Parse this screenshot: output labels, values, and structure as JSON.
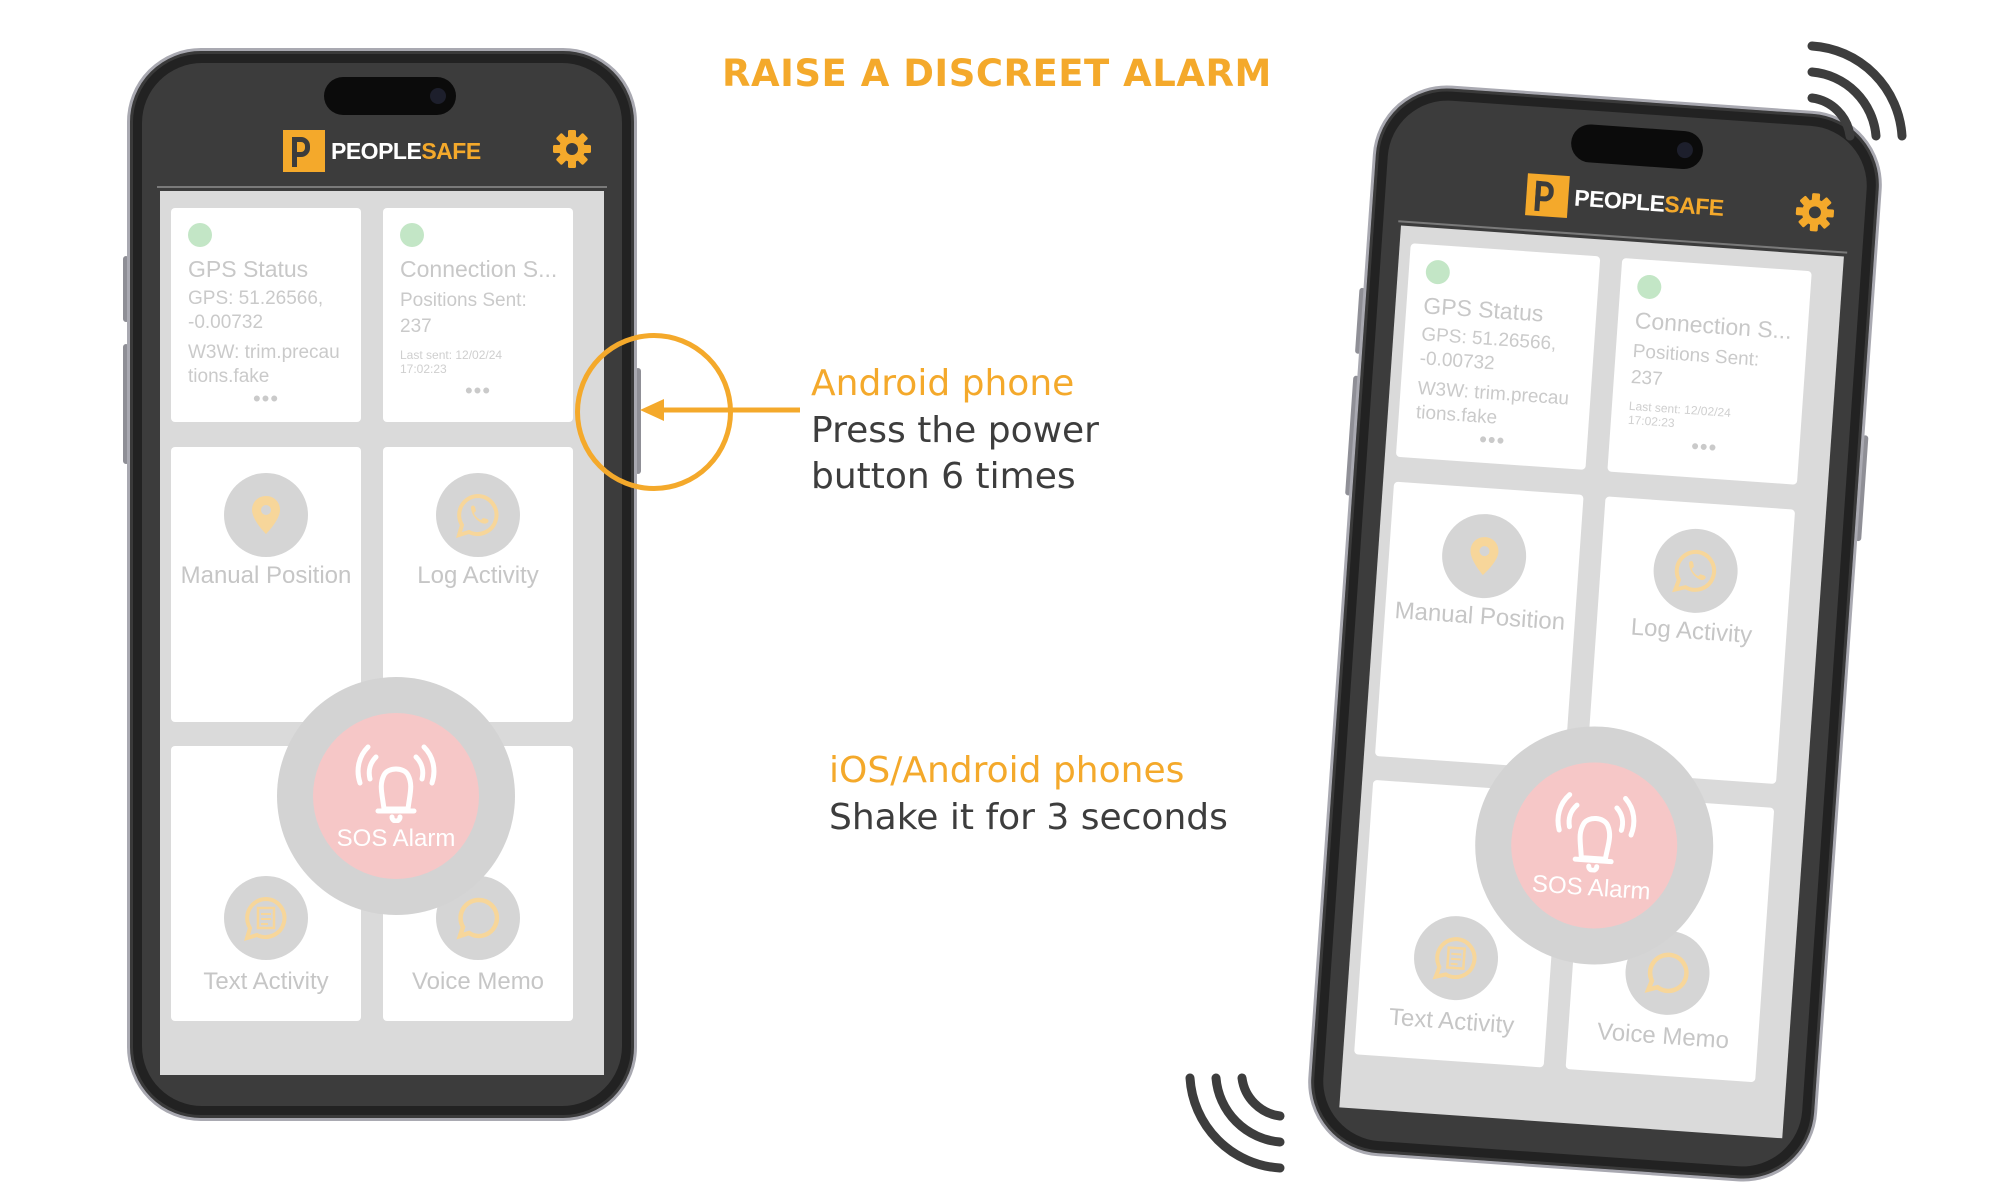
{
  "headline": "RAISE A DISCREET ALARM",
  "notes": {
    "android": {
      "title": "Android phone",
      "line1": "Press the power",
      "line2": "button 6 times"
    },
    "shake": {
      "title": "iOS/Android phones",
      "line1": "Shake it for 3 seconds"
    }
  },
  "app": {
    "brand_people": "PEOPLE",
    "brand_safe": "SAFE",
    "gps_card": {
      "title": "GPS Status",
      "line1": "GPS: 51.26566,",
      "line2": "-0.00732",
      "line3": "W3W: trim.precau",
      "line4": "tions.fake",
      "more": "•••"
    },
    "conn_card": {
      "title": "Connection S...",
      "line1": "Positions Sent:",
      "line2": "237",
      "line3": "Last sent: 12/02/24",
      "line4": "17:02:23",
      "more": "•••"
    },
    "tiles": {
      "manual": "Manual Position",
      "log": "Log Activity",
      "text": "Text Activity",
      "voice": "Voice Memo"
    },
    "sos_label": "SOS Alarm"
  },
  "colors": {
    "accent": "#f4a92b",
    "app_bar": "#3c3c3c",
    "sos": "#f6c7c7",
    "status_ok": "#c3e6c6"
  },
  "icons": [
    "gear-icon",
    "location-pin-icon",
    "whatsapp-icon",
    "document-chat-icon",
    "chat-bubble-icon",
    "alarm-bell-icon",
    "vibration-waves-icon",
    "arrow-left-icon"
  ]
}
